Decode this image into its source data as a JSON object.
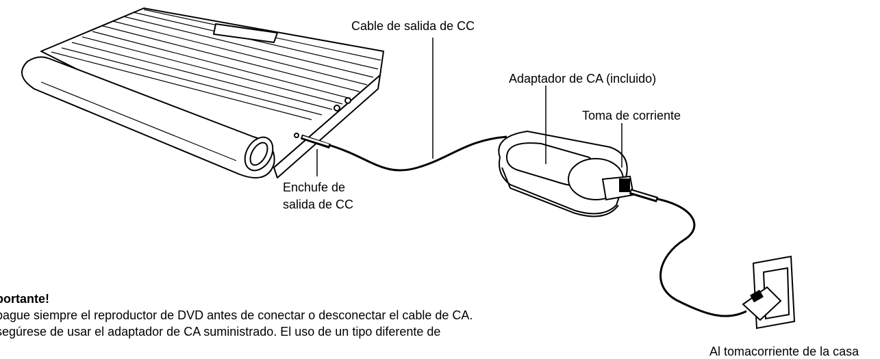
{
  "labels": {
    "dc_cable": "Cable de salida de CC",
    "ac_adapter": "Adaptador de CA (incluido)",
    "power_jack": "Toma de corriente",
    "dc_plug_line1": "Enchufe de",
    "dc_plug_line2": "salida de CC",
    "wall_outlet": "Al tomacorriente de la casa"
  },
  "notes": {
    "heading": "portante!",
    "line1": "pague siempre el reproductor de DVD antes de conectar o desconectar el cable de CA.",
    "line2": "segúrese de usar el adaptador de CA suministrado. El uso de un tipo diferente de"
  }
}
